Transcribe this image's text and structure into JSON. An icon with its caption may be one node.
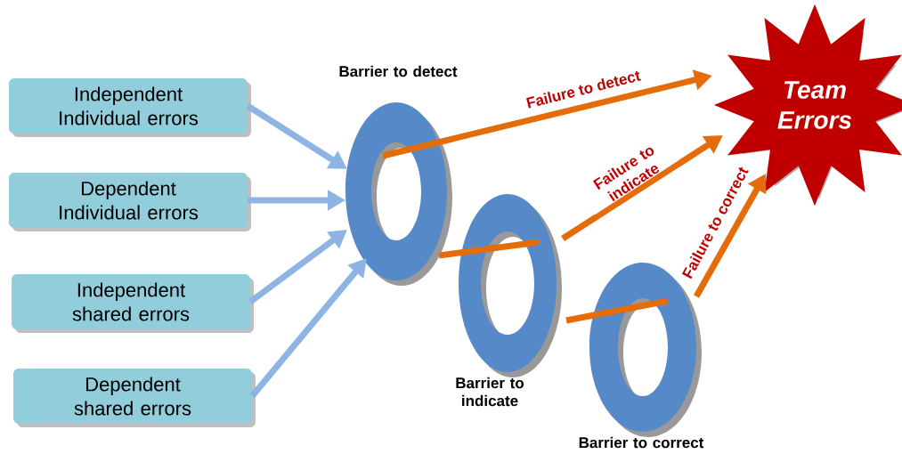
{
  "diagram": {
    "nodes": [
      {
        "text": [
          "Independent Individual errors"
        ]
      },
      {
        "text": [
          "Dependent Individual errors"
        ]
      },
      {
        "text": [
          "Independent shared errors"
        ]
      },
      {
        "text": [
          "Dependent shared errors"
        ]
      },
      {
        "text": [
          "Barrier to detect"
        ]
      },
      {
        "text": [
          "Barrier to indicate"
        ]
      },
      {
        "text": [
          "Barrier to correct"
        ]
      },
      {
        "text": [
          "Team Errors"
        ]
      }
    ],
    "edges": [
      {
        "from": 0,
        "to": 4,
        "arrow": "to",
        "color": "#8db4e2"
      },
      {
        "from": 1,
        "to": 4,
        "arrow": "to",
        "color": "#8db4e2"
      },
      {
        "from": 2,
        "to": 4,
        "arrow": "to",
        "color": "#8db4e2"
      },
      {
        "from": 3,
        "to": 4,
        "arrow": "to",
        "color": "#8db4e2"
      },
      {
        "from": 4,
        "to": 7,
        "arrow": "to",
        "label": "Failure to detect"
      },
      {
        "from": 4,
        "to": 5,
        "arrow": "none"
      },
      {
        "from": 5,
        "to": 7,
        "arrow": "to",
        "label": "Failure to indicate"
      },
      {
        "from": 5,
        "to": 6,
        "arrow": "none"
      },
      {
        "from": 6,
        "to": 7,
        "arrow": "to",
        "label": "Failure to correct"
      }
    ]
  }
}
